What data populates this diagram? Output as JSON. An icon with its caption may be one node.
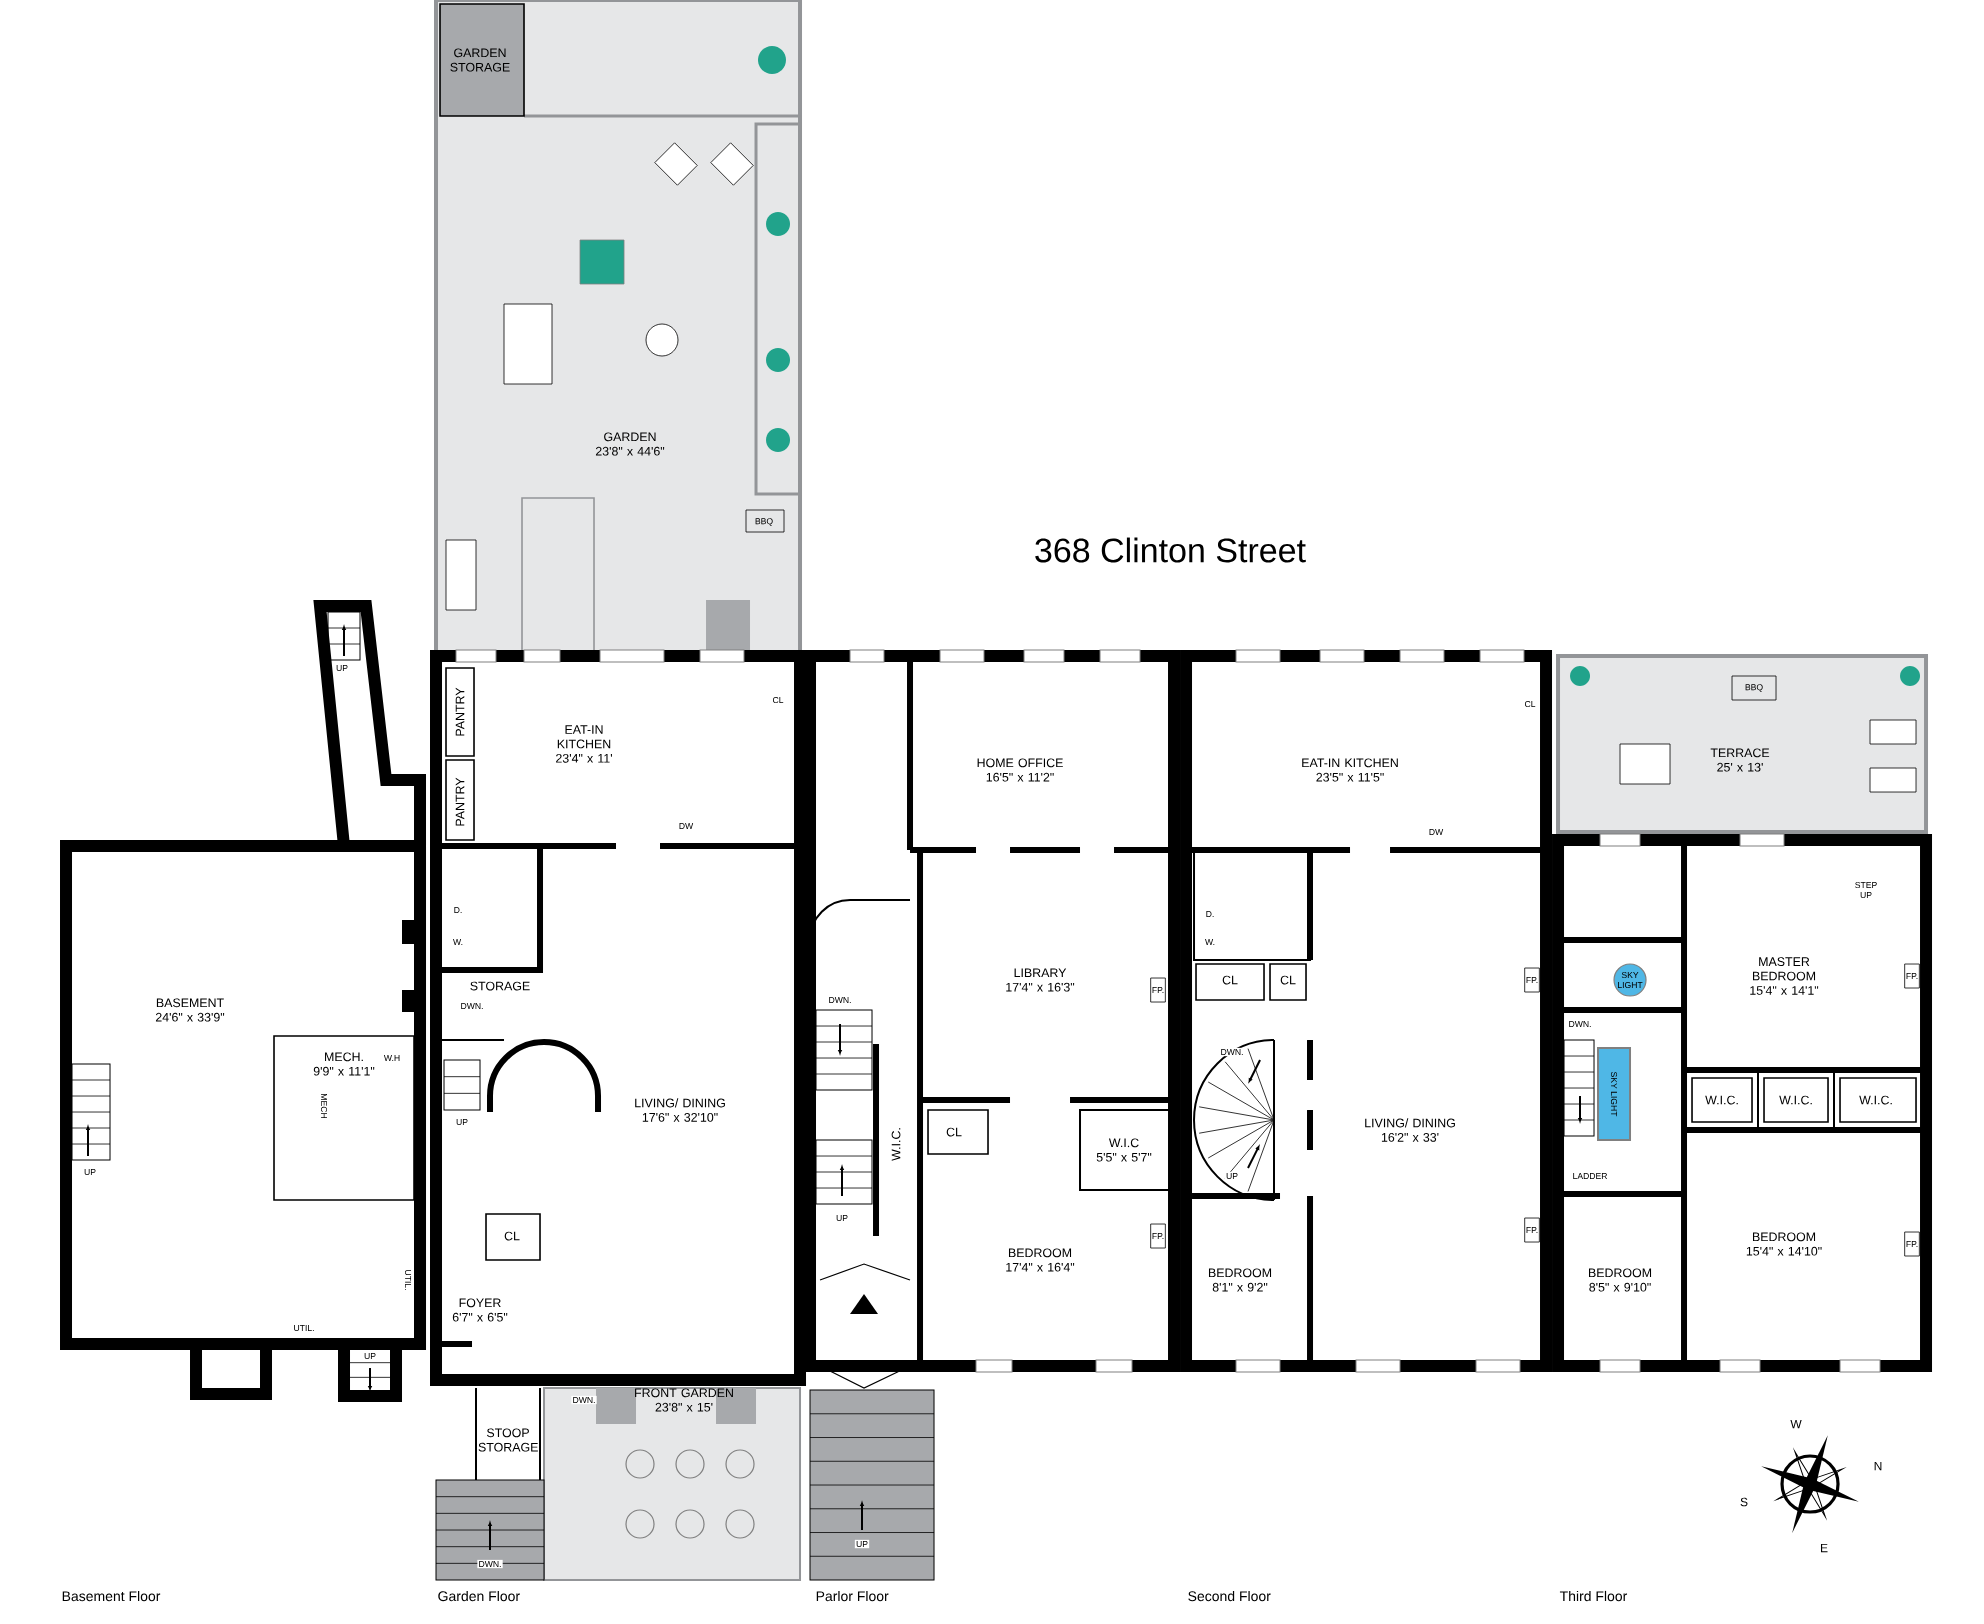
{
  "diagram": {
    "title": "368 Clinton Street",
    "nodes": [
      {
        "text": [],
        "shape": "box"
      },
      {
        "text": [
          "BASEMENT",
          "24'6\" x 33'9\""
        ],
        "in": 0
      },
      {
        "text": [
          "MECH.",
          "9'9\" x 11'1\""
        ],
        "in": 0
      },
      {
        "text": [],
        "shape": "box"
      },
      {
        "text": [
          "GARDEN STORAGE"
        ]
      },
      {
        "text": [
          "GARDEN",
          "23'8\" x 44'6\""
        ]
      },
      {
        "text": [
          "EAT-IN KITCHEN",
          "23'4\" x 11'"
        ],
        "in": 3
      },
      {
        "text": [
          "PANTRY"
        ],
        "in": 3
      },
      {
        "text": [
          "PANTRY"
        ],
        "in": 3
      },
      {
        "text": [
          "STORAGE"
        ],
        "in": 3
      },
      {
        "text": [
          "LIVING/ DINING",
          "17'6\" x 32'10\""
        ],
        "in": 3
      },
      {
        "text": [
          "CL"
        ],
        "in": 3
      },
      {
        "text": [
          "FOYER",
          "6'7\" x 6'5\""
        ],
        "in": 3
      },
      {
        "text": [
          "STOOP STORAGE"
        ]
      },
      {
        "text": [
          "FRONT GARDEN",
          "23'8\" x 15'"
        ]
      },
      {
        "text": [],
        "shape": "box"
      },
      {
        "text": [
          "HOME OFFICE",
          "16'5\" x 11'2\""
        ],
        "in": 15
      },
      {
        "text": [
          "LIBRARY",
          "17'4\" x 16'3\""
        ],
        "in": 15
      },
      {
        "text": [
          "W.I.C."
        ],
        "in": 15
      },
      {
        "text": [
          "CL"
        ],
        "in": 15
      },
      {
        "text": [
          "W.I.C",
          "5'5\" x 5'7\""
        ],
        "in": 15
      },
      {
        "text": [
          "BEDROOM",
          "17'4\" x 16'4\""
        ],
        "in": 15
      },
      {
        "text": [],
        "shape": "box"
      },
      {
        "text": [
          "EAT-IN KITCHEN",
          "23'5\" x 11'5\""
        ],
        "in": 22
      },
      {
        "text": [
          "CL"
        ],
        "in": 22
      },
      {
        "text": [
          "CL"
        ],
        "in": 22
      },
      {
        "text": [
          "LIVING/ DINING",
          "16'2\" x 33'"
        ],
        "in": 22
      },
      {
        "text": [
          "BEDROOM",
          "8'1\" x 9'2\""
        ],
        "in": 22
      },
      {
        "text": [],
        "shape": "box"
      },
      {
        "text": [
          "TERRACE",
          "25' x 13'"
        ]
      },
      {
        "text": [
          "MASTER BEDROOM",
          "15'4\" x 14'1\""
        ],
        "in": 28
      },
      {
        "text": [
          "W.I.C."
        ],
        "in": 28
      },
      {
        "text": [
          "W.I.C."
        ],
        "in": 28
      },
      {
        "text": [
          "W.I.C."
        ],
        "in": 28
      },
      {
        "text": [
          "BEDROOM",
          "15'4\" x 14'10\""
        ],
        "in": 28
      },
      {
        "text": [
          "BEDROOM",
          "8'5\" x 9'10\""
        ],
        "in": 28
      }
    ],
    "labels": [
      "UP",
      "W.H",
      "MECH",
      "UP",
      "UTIL.",
      "UTIL.",
      "UP",
      "BBQ",
      "CL",
      "DW",
      "D.",
      "W.",
      "DWN.",
      "UP",
      "DWN.",
      "DWN.",
      "FP.",
      "DWN.",
      "UP",
      "FP.",
      "UP",
      "CL",
      "DW",
      "D.",
      "W.",
      "DWN.",
      "UP",
      "FP.",
      "FP.",
      "BBQ",
      "STEP UP",
      "SKY LIGHT",
      "DWN.",
      "SKY LIGHT",
      "LADDER",
      "FP.",
      "FP.",
      "W",
      "N",
      "S",
      "E",
      "Basement Floor",
      "Garden Floor",
      "Parlor Floor",
      "Second Floor",
      "Third Floor"
    ]
  }
}
